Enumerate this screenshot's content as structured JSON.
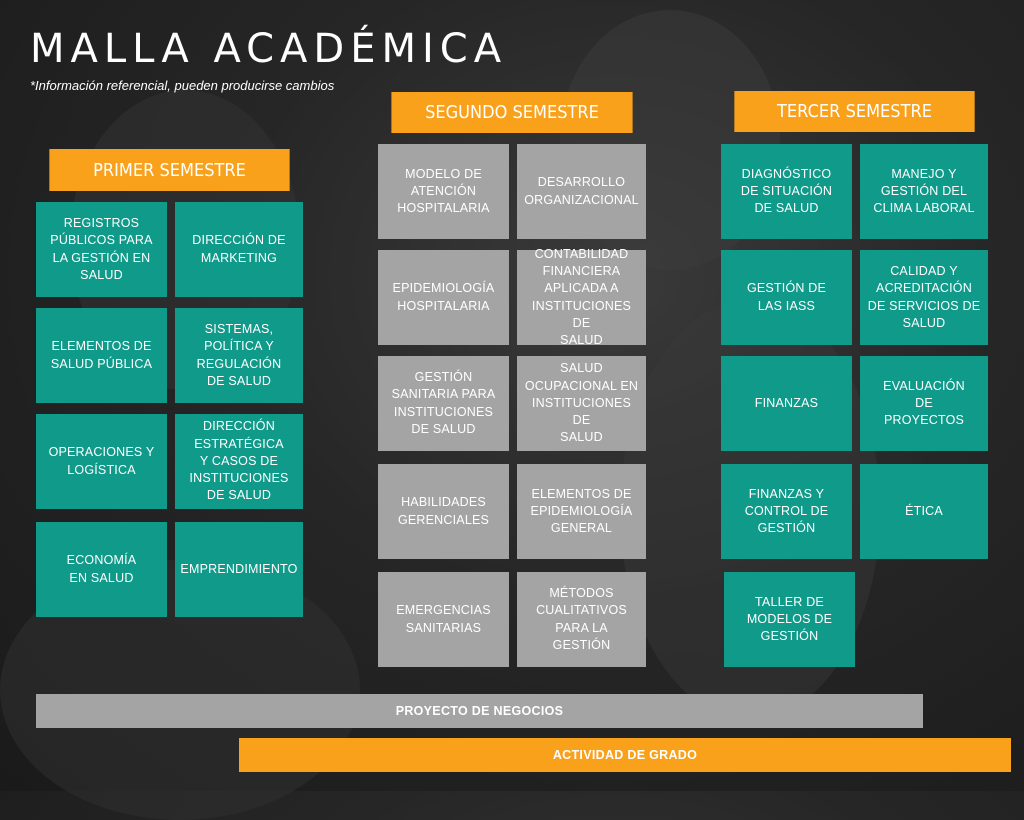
{
  "title": "MALLA ACADÉMICA",
  "subtitle": "*Información referencial, pueden producirse cambios",
  "colors": {
    "header": "#f9a11b",
    "teal": "#0f9a8a",
    "gray": "#a4a4a4",
    "background": "#1f1f1f"
  },
  "semesters": [
    {
      "header": "PRIMER SEMESTRE",
      "courses": [
        "REGISTROS\nPÚBLICOS PARA\nLA GESTIÓN EN\nSALUD",
        "DIRECCIÓN DE\nMARKETING",
        "ELEMENTOS DE\nSALUD PÚBLICA",
        "SISTEMAS,\nPOLÍTICA Y\nREGULACIÓN\nDE SALUD",
        "OPERACIONES Y\nLOGÍSTICA",
        "DIRECCIÓN\nESTRATÉGICA\nY CASOS DE\nINSTITUCIONES\nDE SALUD",
        "ECONOMÍA\nEN SALUD",
        "EMPRENDIMIENTO"
      ]
    },
    {
      "header": "SEGUNDO SEMESTRE",
      "courses": [
        "MODELO DE\nATENCIÓN\nHOSPITALARIA",
        "DESARROLLO\nORGANIZACIONAL",
        "EPIDEMIOLOGÍA\nHOSPITALARIA",
        "CONTABILIDAD\nFINANCIERA\nAPLICADA A\nINSTITUCIONES  DE\nSALUD",
        "GESTIÓN\nSANITARIA PARA\nINSTITUCIONES\nDE SALUD",
        "SALUD\nOCUPACIONAL EN\nINSTITUCIONES DE\nSALUD",
        "HABILIDADES\nGERENCIALES",
        "ELEMENTOS DE\nEPIDEMIOLOGÍA\nGENERAL",
        "EMERGENCIAS\nSANITARIAS",
        "MÉTODOS\nCUALITATIVOS\nPARA LA\nGESTIÓN"
      ]
    },
    {
      "header": "TERCER SEMESTRE",
      "courses": [
        "DIAGNÓSTICO\nDE SITUACIÓN\nDE SALUD",
        "MANEJO Y\nGESTIÓN DEL\nCLIMA LABORAL",
        "GESTIÓN DE\nLAS IASS",
        "CALIDAD Y\nACREDITACIÓN\nDE SERVICIOS DE\nSALUD",
        "FINANZAS",
        "EVALUACIÓN\nDE\nPROYECTOS",
        "FINANZAS Y\nCONTROL DE\nGESTIÓN",
        "ÉTICA",
        "TALLER DE\nMODELOS DE\nGESTIÓN"
      ]
    }
  ],
  "bars": {
    "proyecto": "PROYECTO DE NEGOCIOS",
    "actividad": "ACTIVIDAD DE GRADO"
  }
}
